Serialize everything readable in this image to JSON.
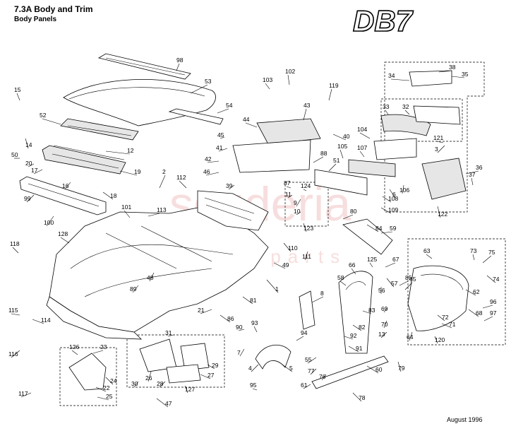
{
  "header": {
    "title": "7.3A  Body  and  Trim",
    "subtitle": "Body  Panels",
    "logo": "DB7"
  },
  "footer": {
    "date": "August  1996"
  },
  "watermark": {
    "main": "scuderia",
    "sub": "car parts"
  },
  "callouts": [
    "1",
    "2",
    "3",
    "4",
    "5",
    "6",
    "7",
    "8",
    "9",
    "10",
    "11",
    "12",
    "13",
    "14",
    "15",
    "16",
    "17",
    "18",
    "19",
    "20",
    "21",
    "22",
    "23",
    "24",
    "25",
    "26",
    "27",
    "28",
    "29",
    "30",
    "31",
    "32",
    "33",
    "34",
    "35",
    "36",
    "37",
    "38",
    "39",
    "40",
    "41",
    "42",
    "43",
    "44",
    "45",
    "46",
    "47",
    "48",
    "49",
    "50",
    "51",
    "52",
    "53",
    "54",
    "55",
    "56",
    "57",
    "58",
    "59",
    "60",
    "61",
    "62",
    "63",
    "64",
    "65",
    "66",
    "67",
    "68",
    "69",
    "70",
    "71",
    "72",
    "73",
    "74",
    "75",
    "76",
    "77",
    "78",
    "79",
    "80",
    "81",
    "82",
    "83",
    "84",
    "85",
    "86",
    "87",
    "88",
    "89",
    "90",
    "91",
    "92",
    "93",
    "94",
    "95",
    "96",
    "97",
    "98",
    "99",
    "100",
    "101",
    "102",
    "103",
    "104",
    "105",
    "106",
    "107",
    "108",
    "109",
    "110",
    "111",
    "112",
    "113",
    "114",
    "115",
    "116",
    "117",
    "118",
    "119",
    "120",
    "121",
    "122",
    "123",
    "124",
    "125",
    "126",
    "127",
    "128"
  ]
}
